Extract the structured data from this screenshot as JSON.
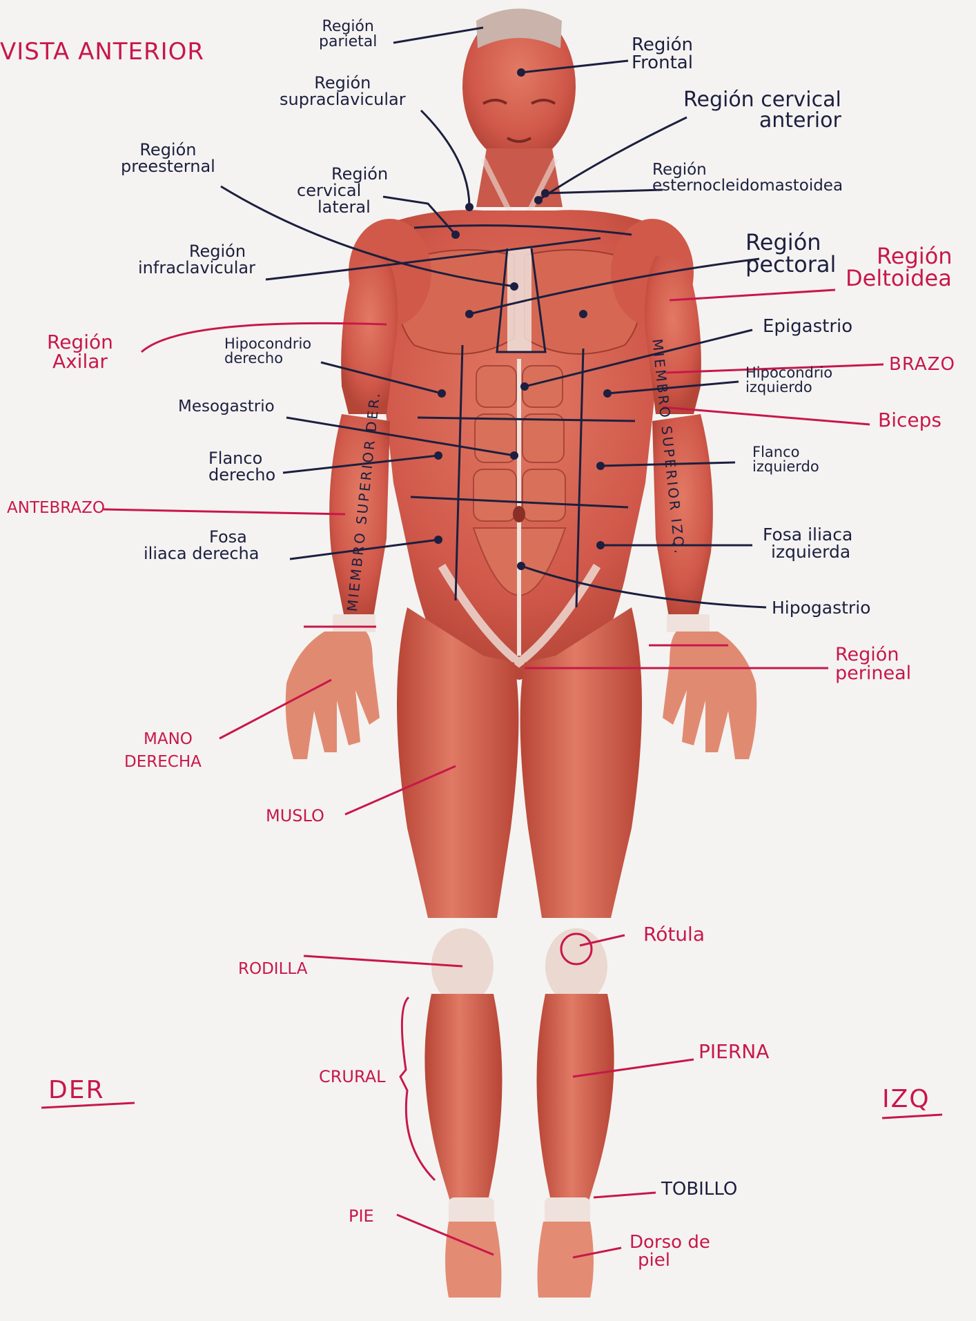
{
  "page_title": "VISTA ANTERIOR",
  "colors": {
    "navy": "#1c1f3f",
    "red": "#c8174a",
    "skin": "#d8624f",
    "skin_dark": "#a93d31",
    "tendon": "#efe2dc",
    "paper": "#f4f3f1"
  },
  "labels": {
    "parietal": [
      "Región",
      "parietal"
    ],
    "frontal": [
      "Región",
      "Frontal"
    ],
    "supraclavicular": [
      "Región",
      "supraclavicular"
    ],
    "cervical_anterior": [
      "Región cervical",
      "anterior"
    ],
    "preesternal": [
      "Región",
      "preesternal"
    ],
    "cervical_lateral": [
      "Región",
      "cervical",
      "lateral"
    ],
    "esternocleido": [
      "Región",
      "esternocleidomastoidea"
    ],
    "infraclavicular": [
      "Región",
      "infraclavicular"
    ],
    "pectoral": [
      "Región",
      "pectoral"
    ],
    "deltoidea": [
      "Región",
      "Deltoidea"
    ],
    "axilar": [
      "Región",
      "Axilar"
    ],
    "epigastrio": [
      "Epigastrio"
    ],
    "hipo_der": [
      "Hipocondrio",
      "derecho"
    ],
    "hipo_izq": [
      "Hipocondrio",
      "izquierdo"
    ],
    "brazo": [
      "BRAZO"
    ],
    "biceps": [
      "Biceps"
    ],
    "mesogastrio": [
      "Mesogastrio"
    ],
    "flanco_der": [
      "Flanco",
      "derecho"
    ],
    "flanco_izq": [
      "Flanco",
      "izquierdo"
    ],
    "antebrazo": [
      "ANTEBRAZO"
    ],
    "fosa_der": [
      "Fosa",
      "iliaca derecha"
    ],
    "fosa_izq": [
      "Fosa iliaca",
      "izquierda"
    ],
    "hipogastrio": [
      "Hipogastrio"
    ],
    "perineal": [
      "Región",
      "perineal"
    ],
    "mano": [
      "MANO",
      "DERECHA"
    ],
    "muslo": [
      "MUSLO"
    ],
    "rodilla": [
      "RODILLA"
    ],
    "rotula": [
      "Rótula"
    ],
    "pierna": [
      "PIERNA"
    ],
    "crural": [
      "CRURAL"
    ],
    "tobillo": [
      "TOBILLO"
    ],
    "pie": [
      "PIE"
    ],
    "dorso": [
      "Dorso de",
      "piel"
    ],
    "der": [
      "DER"
    ],
    "izq": [
      "IZQ"
    ],
    "miembro_der": [
      "MIEMBRO SUPERIOR DER."
    ],
    "miembro_izq": [
      "MIEMBRO SUPERIOR IZQ."
    ]
  }
}
